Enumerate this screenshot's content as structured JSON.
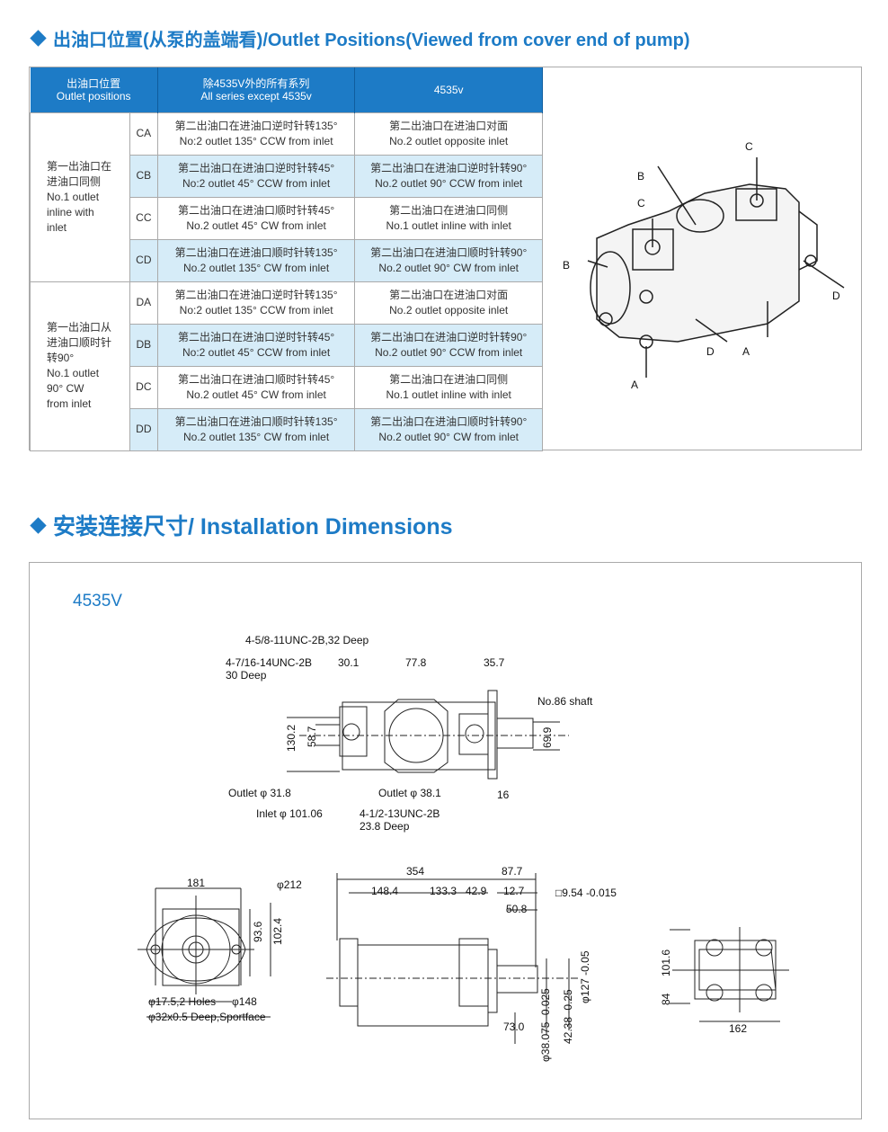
{
  "section1": {
    "title": "出油口位置(从泵的盖端看)/Outlet Positions(Viewed from cover end of pump)"
  },
  "table": {
    "headers": [
      {
        "cn": "出油口位置",
        "en": "Outlet positions"
      },
      {
        "cn": "除4535V外的所有系列",
        "en": "All series except 4535v"
      },
      {
        "en": "4535v"
      }
    ],
    "groups": [
      {
        "cn1": "第一出油口在",
        "cn2": "进油口同侧",
        "en1": "No.1 outlet",
        "en2": "inline with",
        "en3": "inlet"
      },
      {
        "cn1": "第一出油口从",
        "cn2": "进油口顺时针",
        "cn3": "转90°",
        "en1": "No.1 outlet",
        "en2": "90° CW",
        "en3": "from inlet"
      }
    ],
    "rows": [
      {
        "code": "CA",
        "a_cn": "第二出油口在进油口逆时针转135°",
        "a_en": "No:2 outlet 135° CCW from inlet",
        "b_cn": "第二出油口在进油口对面",
        "b_en": "No.2 outlet opposite inlet"
      },
      {
        "code": "CB",
        "a_cn": "第二出油口在进油口逆时针转45°",
        "a_en": "No:2 outlet 45° CCW from inlet",
        "b_cn": "第二出油口在进油口逆时针转90°",
        "b_en": "No.2 outlet 90° CCW from inlet"
      },
      {
        "code": "CC",
        "a_cn": "第二出油口在进油口顺时针转45°",
        "a_en": "No.2 outlet 45° CW from inlet",
        "b_cn": "第二出油口在进油口同侧",
        "b_en": "No.1 outlet inline with inlet"
      },
      {
        "code": "CD",
        "a_cn": "第二出油口在进油口顺时针转135°",
        "a_en": "No.2 outlet 135° CW from inlet",
        "b_cn": "第二出油口在进油口顺时针转90°",
        "b_en": "No.2 outlet 90° CW from inlet"
      },
      {
        "code": "DA",
        "a_cn": "第二出油口在进油口逆时针转135°",
        "a_en": "No:2 outlet 135° CCW from inlet",
        "b_cn": "第二出油口在进油口对面",
        "b_en": "No.2 outlet opposite inlet"
      },
      {
        "code": "DB",
        "a_cn": "第二出油口在进油口逆时针转45°",
        "a_en": "No:2 outlet 45° CCW from inlet",
        "b_cn": "第二出油口在进油口逆时针转90°",
        "b_en": "No.2 outlet 90° CCW from inlet"
      },
      {
        "code": "DC",
        "a_cn": "第二出油口在进油口顺时针转45°",
        "a_en": "No.2 outlet 45° CW from inlet",
        "b_cn": "第二出油口在进油口同侧",
        "b_en": "No.1 outlet inline with inlet"
      },
      {
        "code": "DD",
        "a_cn": "第二出油口在进油口顺时针转135°",
        "a_en": "No.2 outlet 135° CW from inlet",
        "b_cn": "第二出油口在进油口顺时针转90°",
        "b_en": "No.2 outlet 90° CW from inlet"
      }
    ]
  },
  "pump_labels": {
    "a": "A",
    "b": "B",
    "c": "C",
    "d": "D"
  },
  "section2": {
    "title": "安装连接尺寸/ Installation Dimensions",
    "model": "4535V"
  },
  "top_view": {
    "l1": "4-5/8-11UNC-2B,32 Deep",
    "l2a": "4-7/16-14UNC-2B",
    "l2b": "30 Deep",
    "d301": "30.1",
    "d778": "77.8",
    "d357": "35.7",
    "shaft": "No.86 shaft",
    "d1302": "130.2",
    "d587": "58.7",
    "d699": "69.9",
    "out318": "Outlet φ 31.8",
    "inlet": "Inlet φ 101.06",
    "out381": "Outlet φ 38.1",
    "unc12a": "4-1/2-13UNC-2B",
    "unc12b": "23.8 Deep",
    "d16": "16"
  },
  "front_view": {
    "d181": "181",
    "d212": "φ212",
    "d936": "93.6",
    "d1024": "102.4",
    "holes": "φ17.5,2 Holes",
    "d148": "φ148",
    "spot": "φ32x0.5 Deep,Sportface"
  },
  "side_view": {
    "d354": "354",
    "d877": "87.7",
    "d1484": "148.4",
    "d1333": "133.3",
    "d429": "42.9",
    "d127": "12.7",
    "d508": "50.8",
    "key": "□9.54 -0.015",
    "d730": "73.0",
    "d38": "φ38.075 -0.025",
    "d42": "42.38 -0.25",
    "d1270": "φ127 -0.05"
  },
  "end_view": {
    "d1016": "101.6",
    "d84": "84",
    "d162": "162"
  }
}
